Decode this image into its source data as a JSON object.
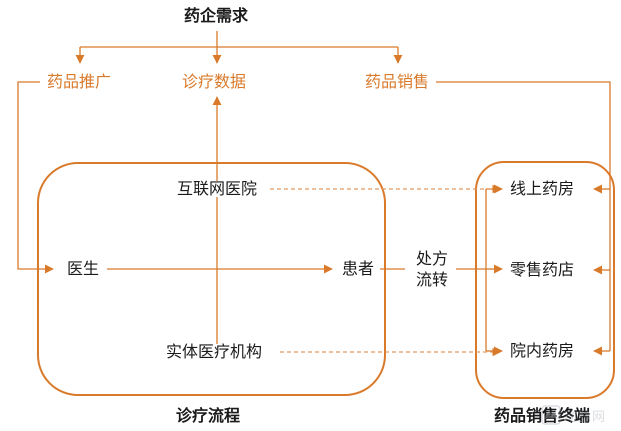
{
  "top": {
    "title": "药企需求",
    "needs": [
      "药品推广",
      "诊疗数据",
      "药品销售"
    ]
  },
  "left_box": {
    "title": "诊疗流程",
    "nodes": {
      "internet_hospital": "互联网医院",
      "doctor": "医生",
      "patient": "患者",
      "institution": "实体医疗机构"
    }
  },
  "middle": {
    "rx_line1": "处方",
    "rx_line2": "流转"
  },
  "right_box": {
    "title": "药品销售终端",
    "nodes": [
      "线上药房",
      "零售药店",
      "院内药房"
    ]
  },
  "watermark": {
    "text": "动脉网"
  },
  "colors": {
    "accent": "#d97a2b",
    "text": "#1a1a1a"
  }
}
